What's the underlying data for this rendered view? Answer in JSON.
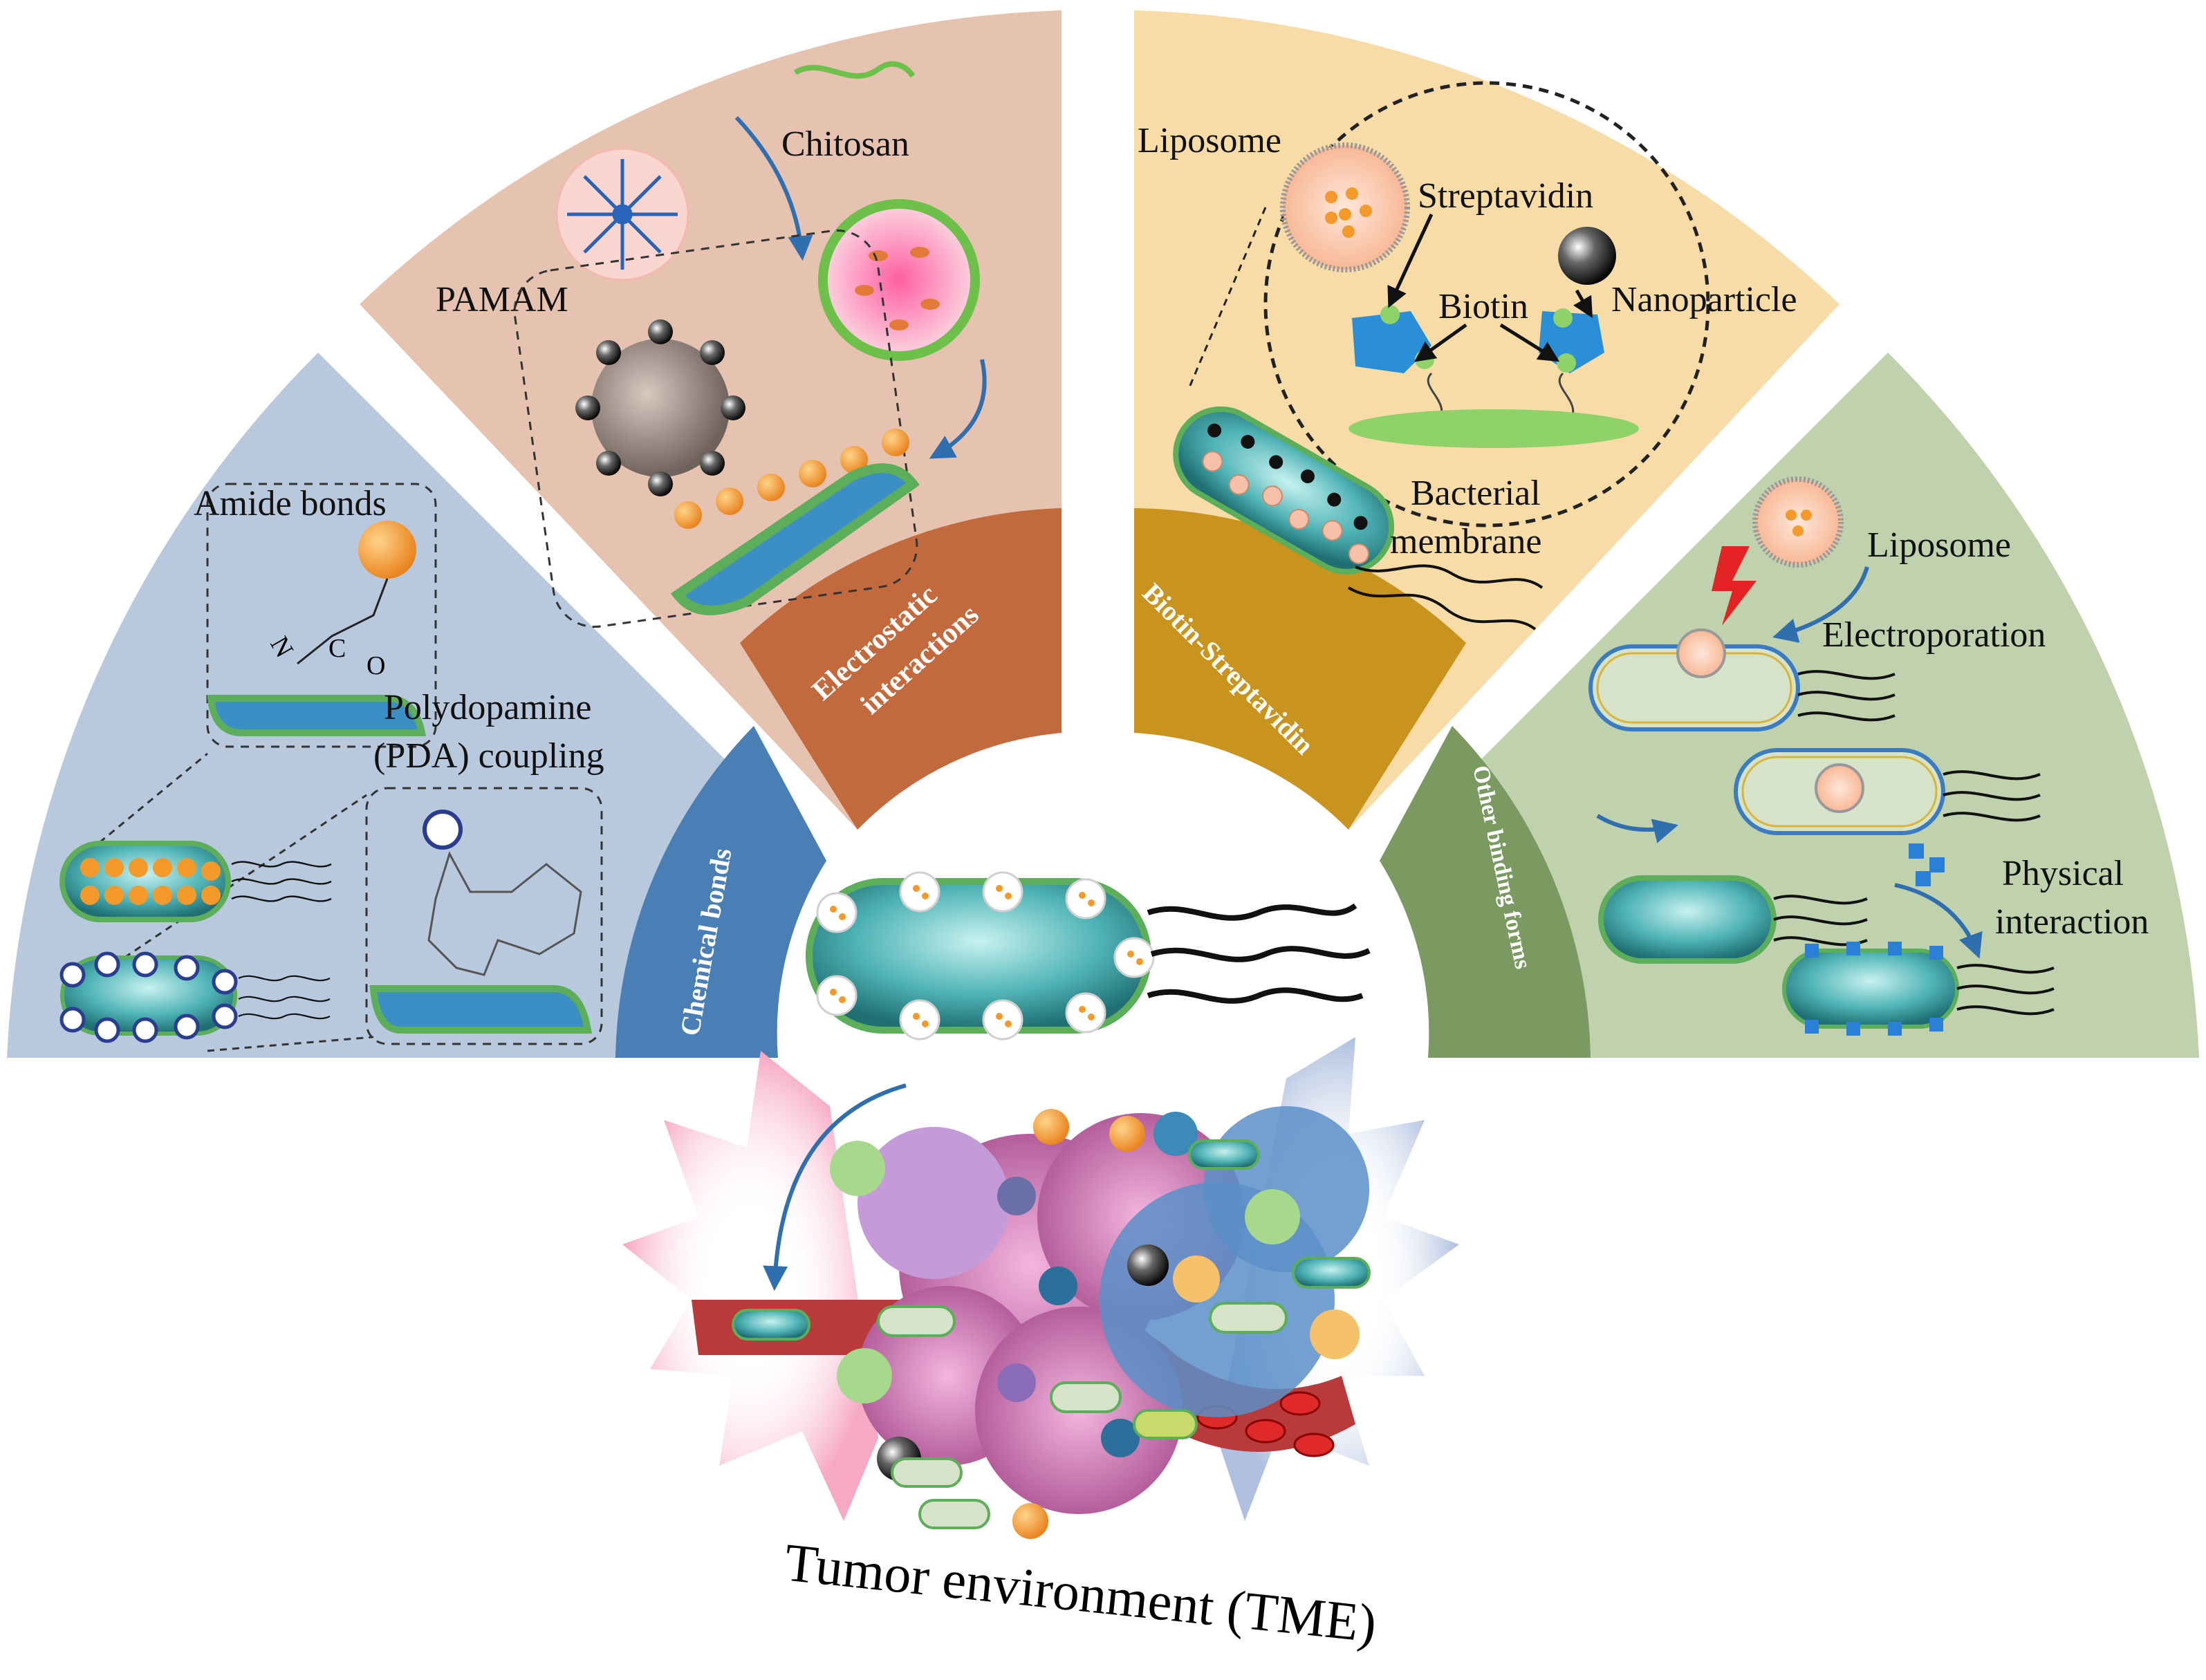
{
  "sectors": {
    "chemical": {
      "band_label": "Chemical bonds",
      "amide_label": "Amide bonds",
      "pda_label_line1": "Polydopamine",
      "pda_label_line2": "(PDA) coupling"
    },
    "electrostatic": {
      "band_label_line1": "Electrostatic",
      "band_label_line2": "interactions",
      "pamam_label": "PAMAM",
      "chitosan_label": "Chitosan"
    },
    "biotin": {
      "band_label": "Biotin-Streptavidin",
      "liposome_label": "Liposome",
      "streptavidin_label": "Streptavidin",
      "biotin_label": "Biotin",
      "nanoparticle_label": "Nanoparticle",
      "bacterial_label_line1": "Bacterial",
      "bacterial_label_line2": "membrane"
    },
    "other": {
      "band_label": "Other binding forms",
      "liposome_label": "Liposome",
      "electroporation_label": "Electroporation",
      "physical_label_line1": "Physical",
      "physical_label_line2": "interaction"
    }
  },
  "tme_label": "Tumor environment (TME)",
  "colors": {
    "chemical_bg": "#b8c8dd",
    "chemical_band": "#4a7fb5",
    "electrostatic_bg": "#e6c3b0",
    "electrostatic_band": "#c2693d",
    "biotin_bg": "#f8dca8",
    "biotin_band": "#c9941e",
    "other_bg": "#bfd1ad",
    "other_band": "#7b9a62",
    "bacterium": "#2f9a9c",
    "nanoparticle_orange": "#f39a2a",
    "tumor_pink": "#d68ac3",
    "blood_vessel": "#b83a3a"
  }
}
